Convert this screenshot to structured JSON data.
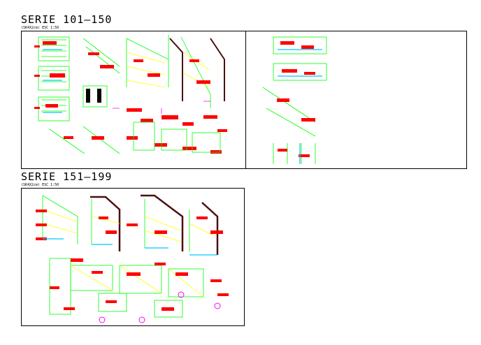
{
  "sections": [
    {
      "title": "SERIE  101–150",
      "subtitle": "(SK4X2cm)  ESC 1:50"
    },
    {
      "title": "SERIE  151–199",
      "subtitle": "(SK4X2cm)  ESC 1:50"
    }
  ],
  "colors": {
    "red": "#ff0000",
    "green": "#00ff00",
    "yellow": "#ffff00",
    "cyan": "#00c8ff",
    "magenta": "#ff00ff",
    "dark": "#4a1010",
    "black": "#000000"
  }
}
